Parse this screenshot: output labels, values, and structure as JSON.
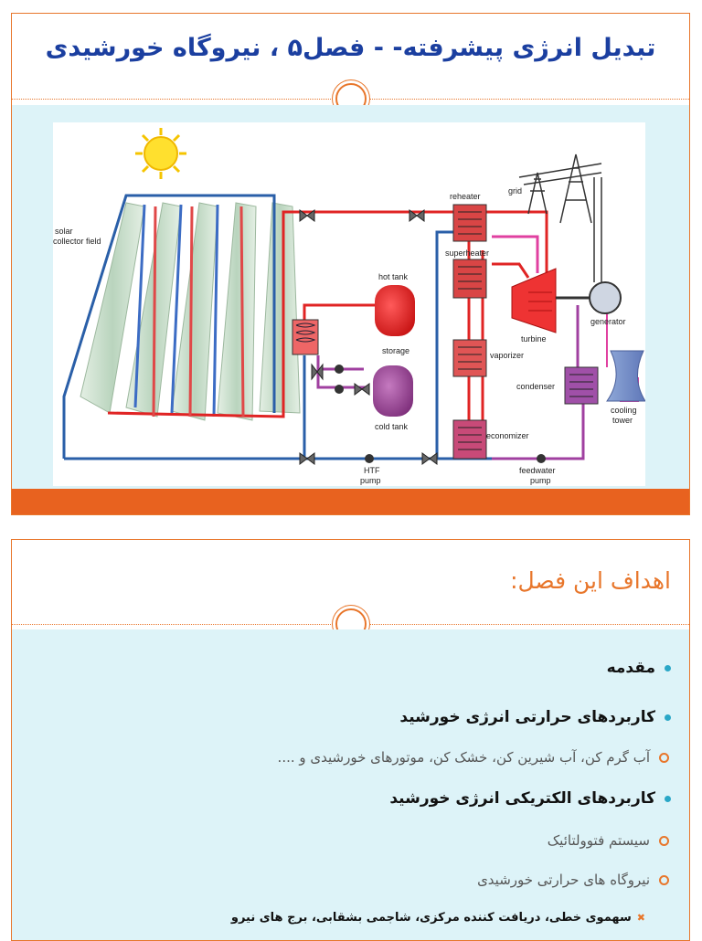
{
  "slide1": {
    "title": "تبدیل انرژی پیشرفته- - فصل۵ ، نیروگاه خورشیدی",
    "diagram_labels": {
      "solar_collector_field": [
        "solar",
        "collector field"
      ],
      "grid": "grid",
      "reheater": "reheater",
      "superheater": "superheater",
      "hot_tank": "hot tank",
      "storage": "storage",
      "cold_tank": "cold tank",
      "turbine": "turbine",
      "generator": "generator",
      "vaporizer": "vaporizer",
      "condenser": "condenser",
      "cooling_tower": [
        "cooling",
        "tower"
      ],
      "economizer": "economizer",
      "htf_pump": [
        "HTF",
        "pump"
      ],
      "feedwater_pump": [
        "feedwater",
        "pump"
      ]
    }
  },
  "slide2": {
    "title": "اهداف این فصل:",
    "bullets": [
      {
        "level": 1,
        "text": "مقدمه"
      },
      {
        "level": 1,
        "text": "کاربردهای حرارتی انرژی خورشید"
      },
      {
        "level": 2,
        "text": "آب گرم کن، آب شیرین کن، خشک کن، موتورهای خورشیدی و ...."
      },
      {
        "level": 1,
        "text": "کاربردهای الکتریکی انرژی خورشید"
      },
      {
        "level": 2,
        "text": "سیستم فتوولتائیک"
      },
      {
        "level": 2,
        "text": "نیروگاه های حرارتی خورشیدی"
      },
      {
        "level": 3,
        "text": "سهموی خطی، دریافت کننده مرکزی، شاجمی بشقابی، برج های نیرو"
      }
    ]
  },
  "colors": {
    "accent": "#e8762b",
    "band": "#e8621f",
    "title_blue": "#1b3fa0",
    "content_bg": "#ddf3f8",
    "bullet_blue": "#2aa7c7"
  }
}
